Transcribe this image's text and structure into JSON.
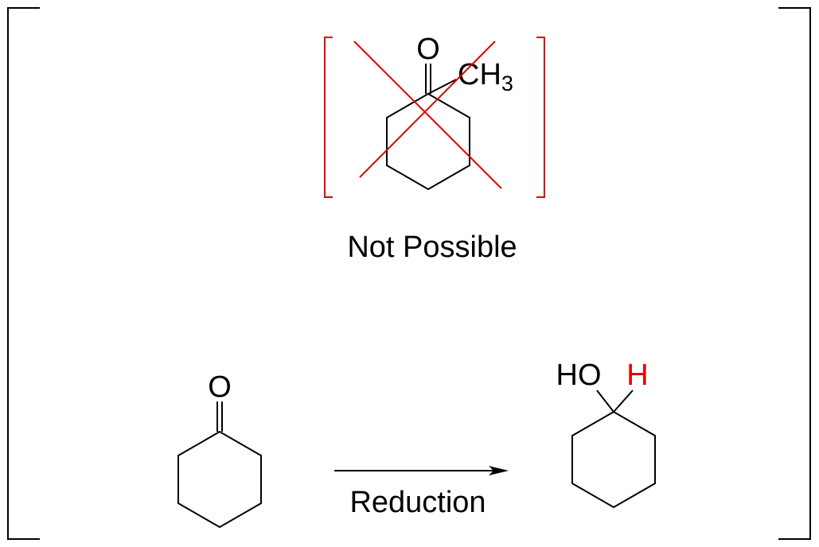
{
  "top_scheme": {
    "molecule_labels": {
      "oxygen": "O",
      "methyl": "CH",
      "methyl_subscript": "3"
    },
    "caption": "Not Possible",
    "cross_color": "#e00000"
  },
  "bottom_scheme": {
    "reactant_oxygen": "O",
    "arrow_label": "Reduction",
    "product_hydroxyl": "HO",
    "product_hydrogen": "H",
    "highlight_color": "#e00000"
  }
}
